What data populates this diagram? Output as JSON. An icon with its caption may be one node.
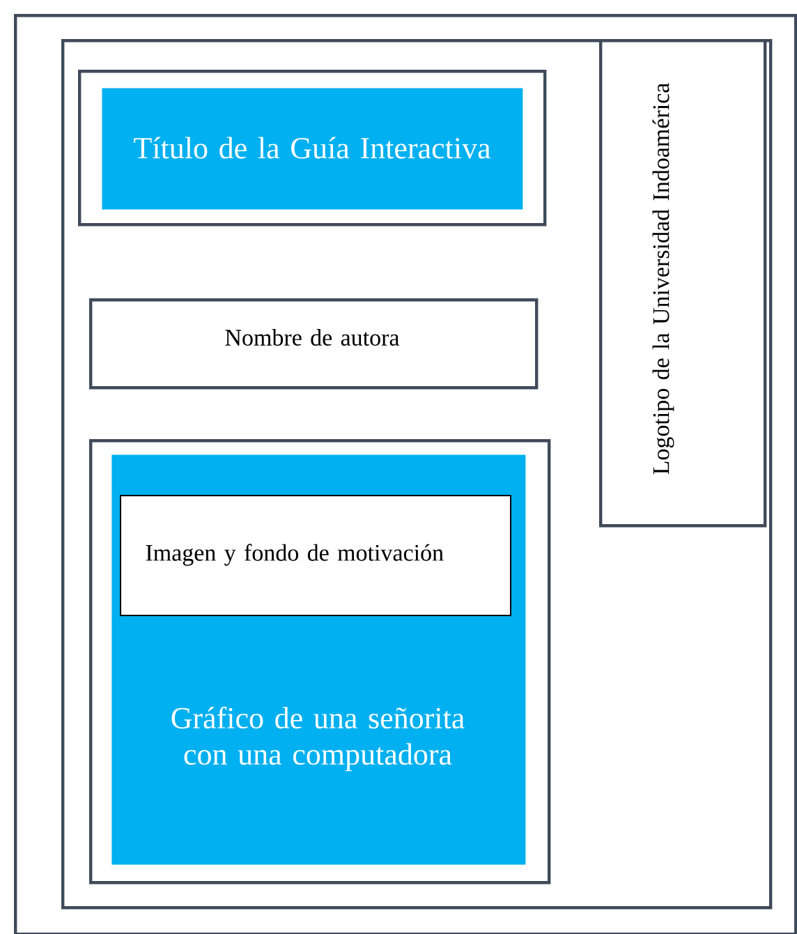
{
  "diagram": {
    "nodes": [
      {
        "text": [],
        "shape": "box"
      },
      {
        "text": [],
        "shape": "box",
        "in": 0
      },
      {
        "text": [],
        "shape": "box",
        "in": 1
      },
      {
        "text": [
          "Título de la Guía Interactiva"
        ],
        "in": 2
      },
      {
        "text": [
          "Nombre de autora"
        ],
        "in": 1
      },
      {
        "text": [
          "Logotipo de la Universidad Indoamérica"
        ],
        "in": 1
      },
      {
        "text": [],
        "shape": "box",
        "in": 1
      },
      {
        "text": [
          "Gráfico de una señorita con una computadora"
        ],
        "in": 6
      },
      {
        "text": [
          "Imagen y fondo de motivación"
        ],
        "in": 7
      }
    ]
  }
}
